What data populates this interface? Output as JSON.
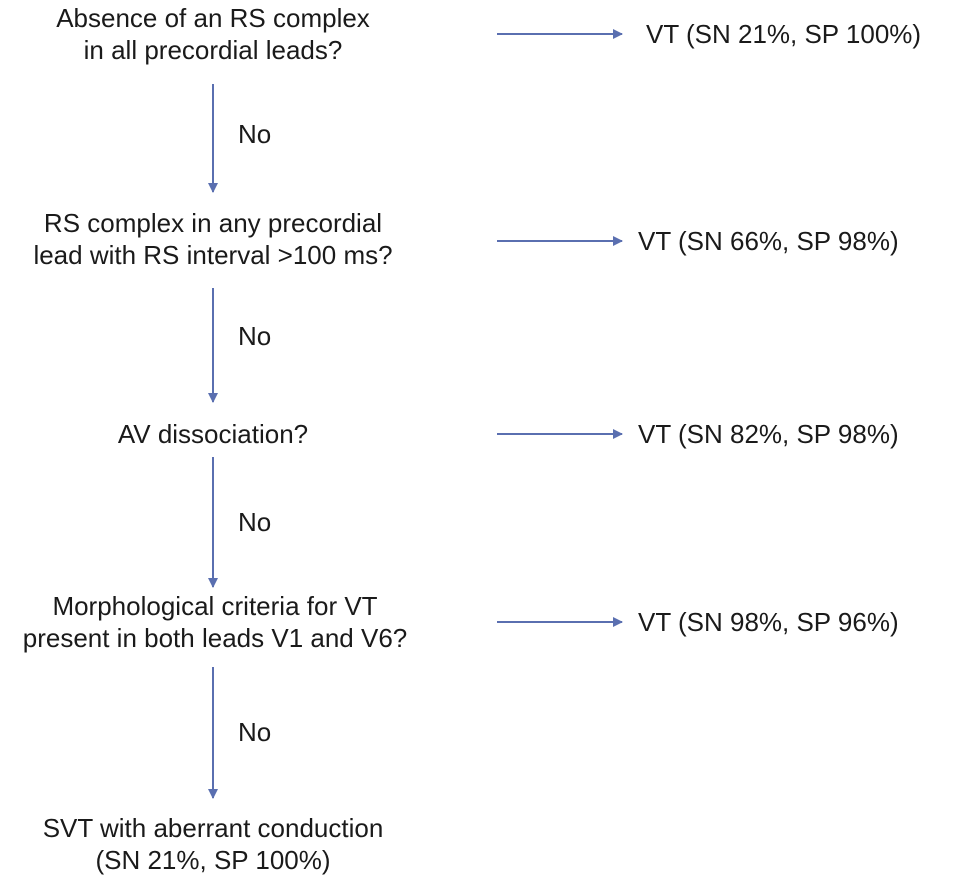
{
  "colors": {
    "arrow": "#5a6fb0",
    "text": "#1a1a1a"
  },
  "steps": [
    {
      "lines": [
        "Absence of an RS complex",
        "in all precordial leads?"
      ]
    },
    {
      "lines": [
        "RS complex in any precordial",
        "lead with RS interval >100 ms?"
      ]
    },
    {
      "lines": [
        "AV dissociation?"
      ]
    },
    {
      "lines": [
        "Morphological criteria for VT",
        "present in both leads V1 and V6?"
      ]
    }
  ],
  "outcomes": [
    "VT (SN 21%, SP 100%)",
    "VT (SN 66%, SP 98%)",
    "VT (SN 82%, SP 98%)",
    "VT (SN 98%, SP 96%)"
  ],
  "no_labels": [
    "No",
    "No",
    "No",
    "No"
  ],
  "final": {
    "lines": [
      "SVT with aberrant conduction",
      "(SN 21%, SP 100%)"
    ]
  }
}
